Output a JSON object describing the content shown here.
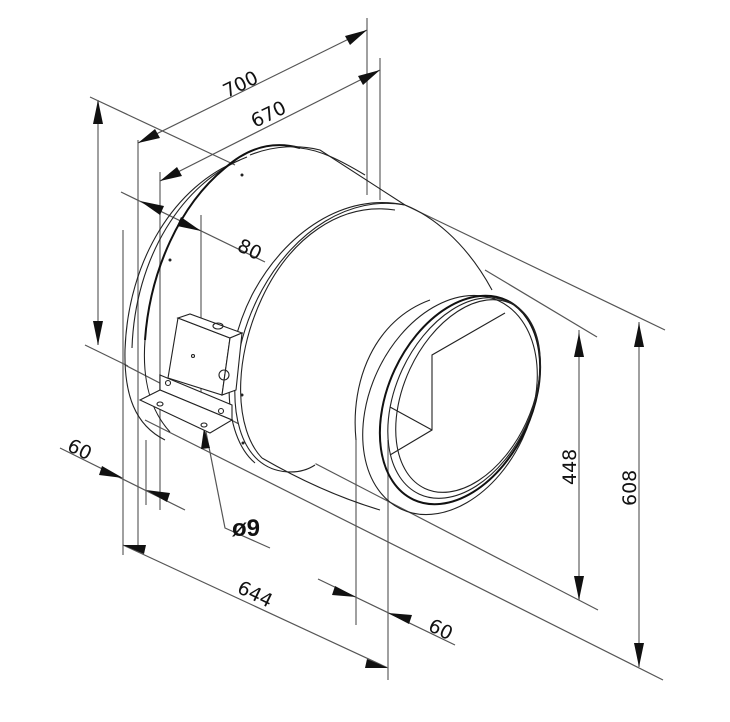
{
  "drawing": {
    "title": "Inline duct fan — dimensional drawing",
    "line_color": "#222222",
    "dimension_line_color": "#555555",
    "background": "#ffffff"
  },
  "dimensions": {
    "overall_length": "700",
    "body_length": "670",
    "bracket_offset": "80",
    "inlet_spigot_length": "60",
    "mounting_hole_diameter": "ø9",
    "base_length": "644",
    "outlet_spigot_length": "60",
    "spigot_diameter": "448",
    "body_diameter": "608"
  }
}
